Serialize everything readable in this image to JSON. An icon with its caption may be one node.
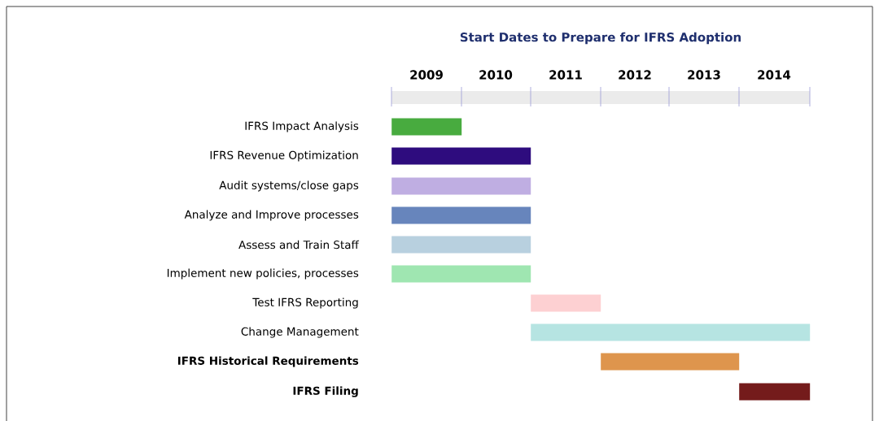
{
  "diagram": {
    "title": "Start Dates to Prepare for IFRS Adoption",
    "nodes": [
      {
        "text": [],
        "shape": "bar"
      },
      {
        "text": [],
        "shape": "bar"
      },
      {
        "text": [],
        "shape": "bar"
      },
      {
        "text": [],
        "shape": "bar"
      },
      {
        "text": [],
        "shape": "bar"
      },
      {
        "text": [],
        "shape": "bar"
      },
      {
        "text": [],
        "shape": "bar"
      },
      {
        "text": [],
        "shape": "bar"
      },
      {
        "text": [],
        "shape": "bar"
      },
      {
        "text": [],
        "shape": "bar"
      }
    ],
    "labels": [
      "2009",
      "2010",
      "2011",
      "2012",
      "2013",
      "2014",
      "IFRS Impact Analysis",
      "IFRS Revenue Optimization",
      "Audit systems/close gaps",
      "Analyze and Improve processes",
      "Assess and Train Staff",
      "Implement new policies, processes",
      "Test IFRS Reporting",
      "Change Management",
      "IFRS Historical Requirements",
      "IFRS Filing"
    ]
  }
}
